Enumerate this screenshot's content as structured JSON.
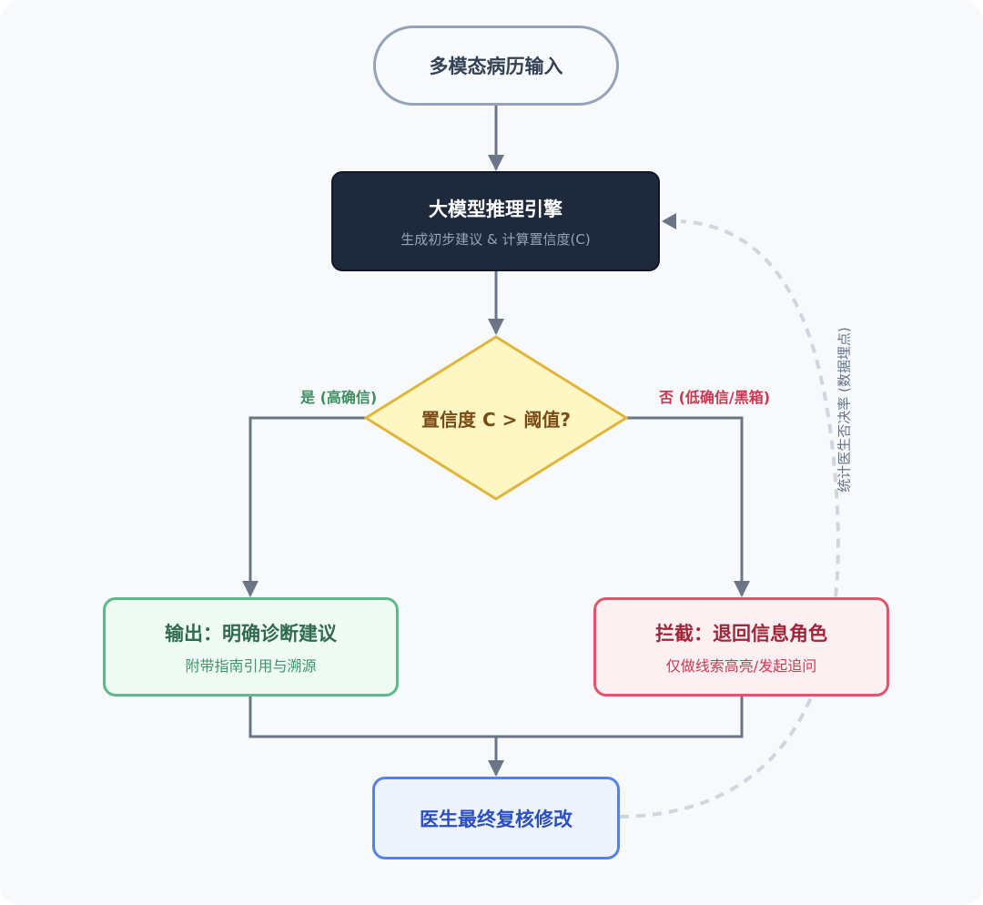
{
  "diagram": {
    "title": "Confidence-gated LLM diagnosis workflow",
    "nodes": {
      "input": {
        "title": "多模态病历输入"
      },
      "engine": {
        "title": "大模型推理引擎",
        "subtitle": "生成初步建议 & 计算置信度(C)"
      },
      "decision": {
        "title": "置信度 C > 阈值?"
      },
      "yes_branch": {
        "title": "输出：明确诊断建议",
        "subtitle": "附带指南引用与溯源"
      },
      "no_branch": {
        "title": "拦截：退回信息角色",
        "subtitle": "仅做线索高亮/发起追问"
      },
      "review": {
        "title": "医生最终复核修改"
      }
    },
    "edge_labels": {
      "yes": "是 (高确信)",
      "no": "否 (低确信/黑箱)",
      "feedback": "统计医生否决率 (数据埋点)"
    },
    "colors": {
      "edge": "#6b7588",
      "feedback_edge": "#cfd6e0",
      "yes": "#5cb98a",
      "no": "#e0566b",
      "review": "#5383e8",
      "decision_fill": "#fef7c3",
      "decision_stroke": "#e0b53a",
      "engine_fill": "#1e293b"
    }
  }
}
